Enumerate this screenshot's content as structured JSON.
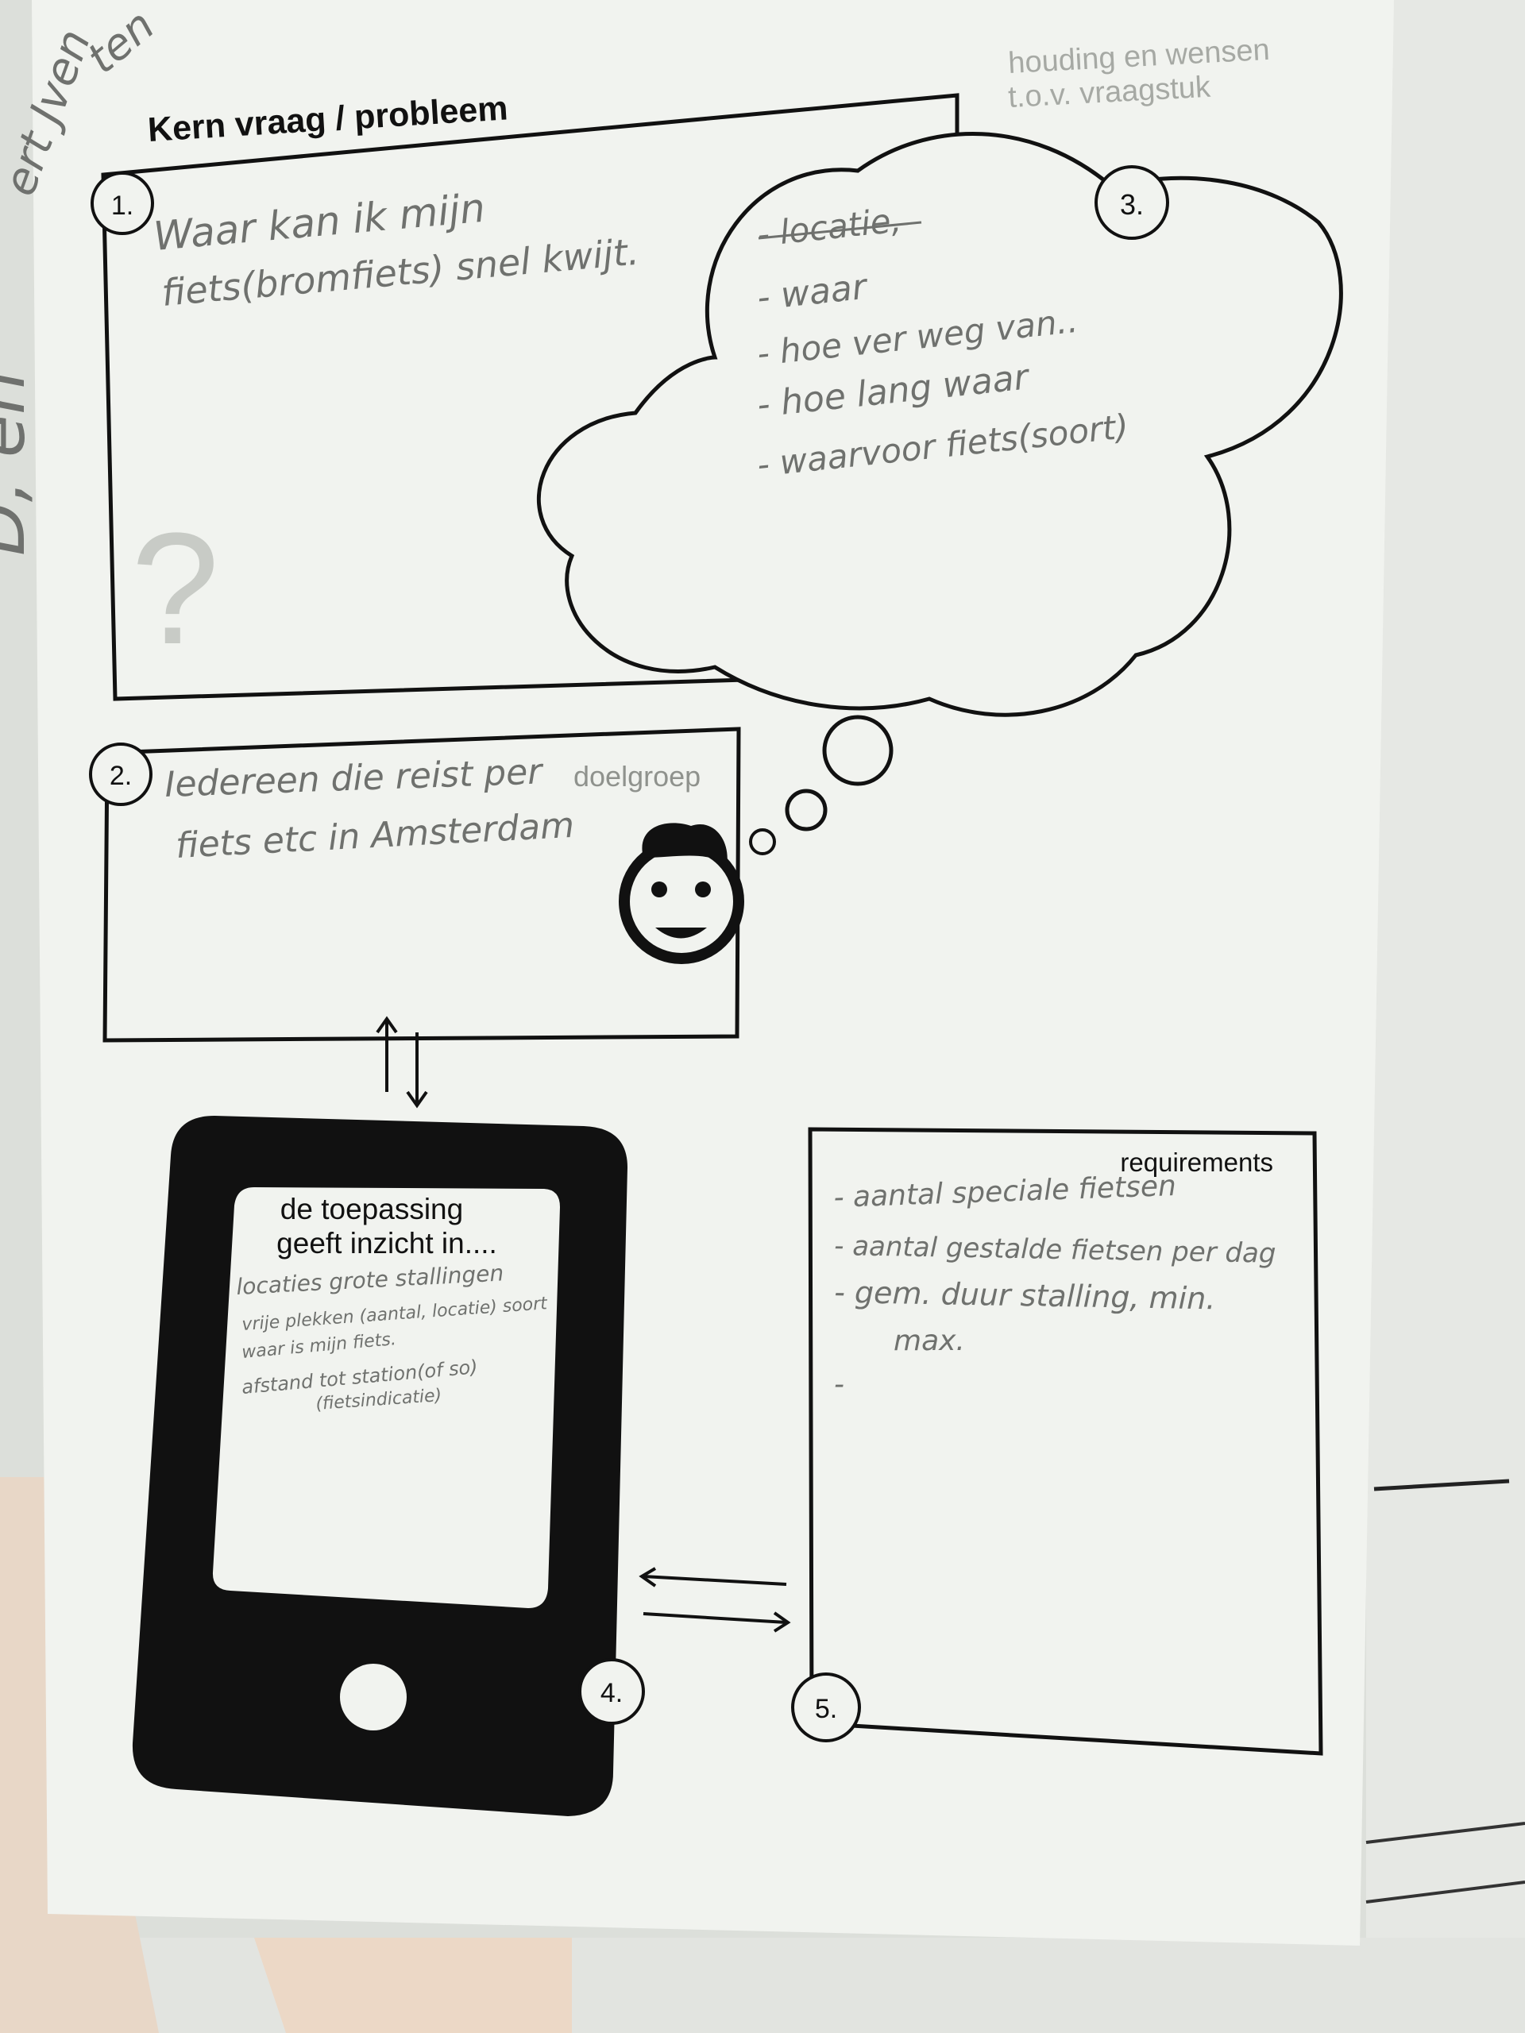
{
  "sheet": {
    "title": "Kern vraag / probleem",
    "top_right_label_1": "houding en wensen",
    "top_right_label_2": "t.o.v. vraagstuk",
    "margin_scribble_1": "D, en",
    "margin_scribble_2": "ert Jven",
    "margin_scribble_3": "ten",
    "question_mark": "?"
  },
  "box1": {
    "number": "1.",
    "line1": "Waar kan ik mijn",
    "line2": "fiets(bromfiets) snel kwijt."
  },
  "cloud3": {
    "number": "3.",
    "item0": "- locatie,",
    "item1": "- waar",
    "item2": "- hoe ver weg van..",
    "item3": "- hoe lang waar",
    "item4": "- waarvoor fiets(soort)"
  },
  "box2": {
    "number": "2.",
    "label": "doelgroep",
    "line1": "Iedereen die reist per",
    "line2": "fiets etc in Amsterdam"
  },
  "phone4": {
    "number": "4.",
    "heading_1": "de toepassing",
    "heading_2": "geeft inzicht in....",
    "note1": "locaties grote stallingen",
    "note2": "vrije plekken (aantal, locatie) soort",
    "note3": "waar is mijn fiets.",
    "note4": "afstand tot station(of so)",
    "note5": "(fietsindicatie)"
  },
  "box5": {
    "number": "5.",
    "title": "requirements",
    "req1": "- aantal speciale fietsen",
    "req2": "- aantal gestalde fietsen per dag",
    "req3": "- gem. duur stalling, min.",
    "req3b": "max.",
    "req4": "-"
  }
}
